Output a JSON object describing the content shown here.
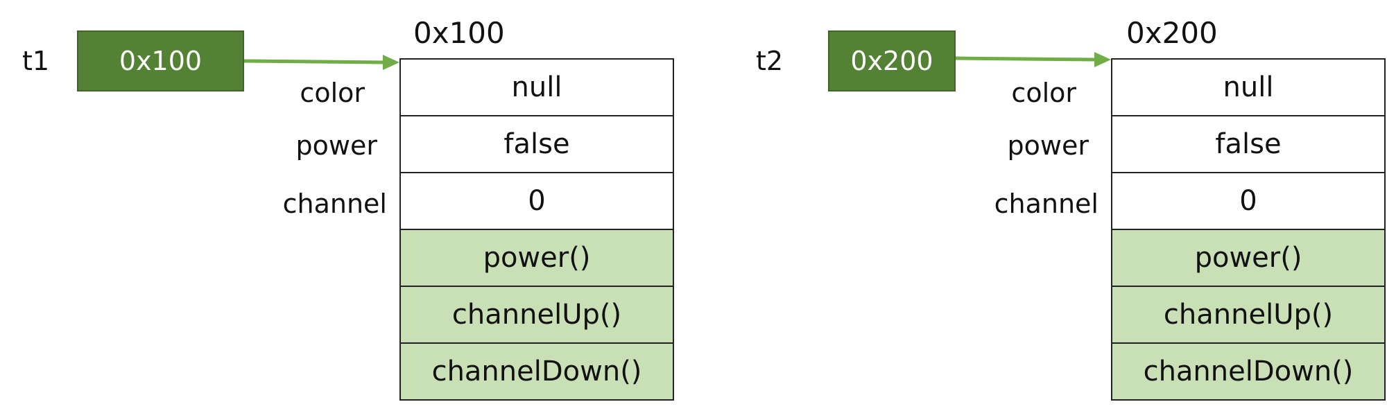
{
  "colors": {
    "reference_box_fill": "#548235",
    "method_cell_fill": "#c9dfb5",
    "arrow": "#70ad47"
  },
  "objects": [
    {
      "variable": "t1",
      "reference": "0x100",
      "address": "0x100",
      "fields": [
        {
          "name": "color",
          "value": "null"
        },
        {
          "name": "power",
          "value": "false"
        },
        {
          "name": "channel",
          "value": "0"
        }
      ],
      "methods": [
        "power()",
        "channelUp()",
        "channelDown()"
      ]
    },
    {
      "variable": "t2",
      "reference": "0x200",
      "address": "0x200",
      "fields": [
        {
          "name": "color",
          "value": "null"
        },
        {
          "name": "power",
          "value": "false"
        },
        {
          "name": "channel",
          "value": "0"
        }
      ],
      "methods": [
        "power()",
        "channelUp()",
        "channelDown()"
      ]
    }
  ]
}
